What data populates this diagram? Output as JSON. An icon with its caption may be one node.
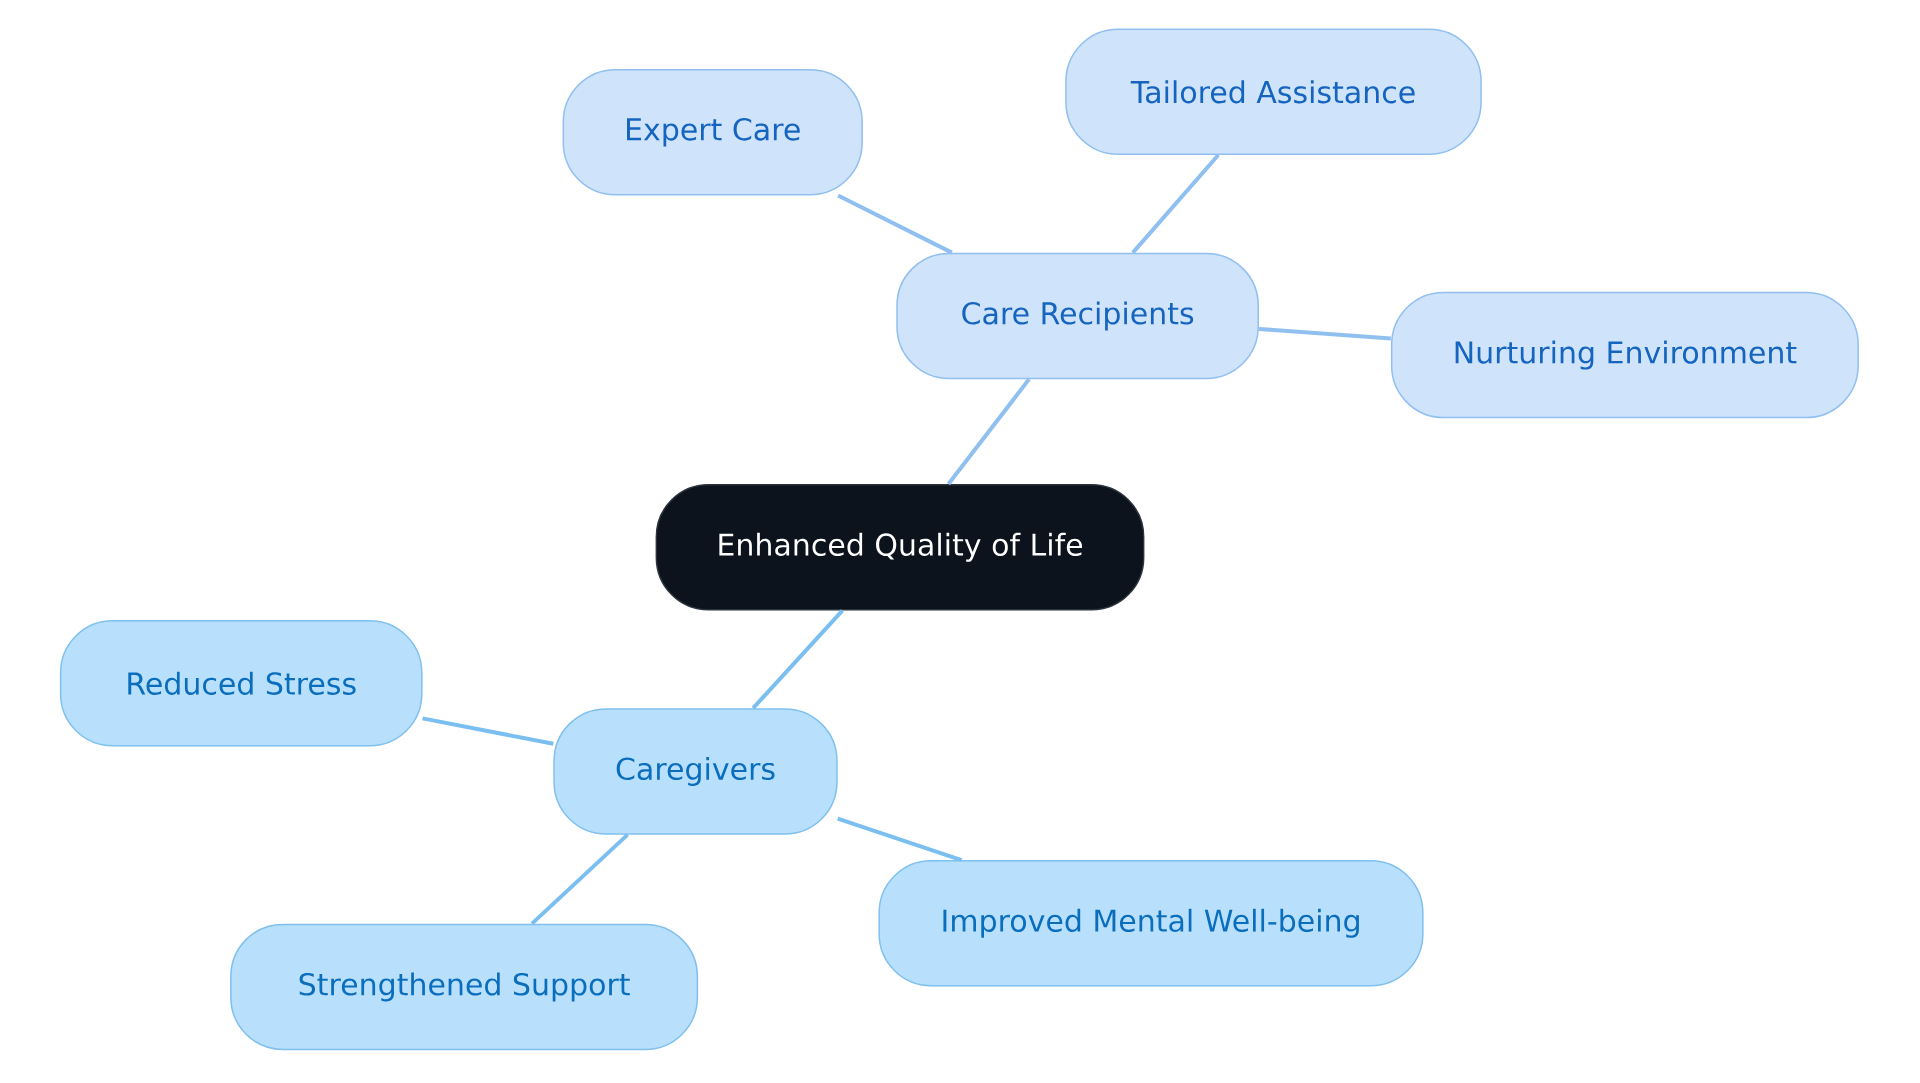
{
  "diagram": {
    "nodes": [
      {
        "text": [
          "Enhanced Quality of Life"
        ]
      },
      {
        "text": [
          "Care Recipients"
        ]
      },
      {
        "text": [
          "Expert Care"
        ]
      },
      {
        "text": [
          "Tailored Assistance"
        ]
      },
      {
        "text": [
          "Nurturing Environment"
        ]
      },
      {
        "text": [
          "Caregivers"
        ]
      },
      {
        "text": [
          "Reduced Stress"
        ]
      },
      {
        "text": [
          "Strengthened Support"
        ]
      },
      {
        "text": [
          "Improved Mental Well-being"
        ]
      }
    ],
    "edges": [
      {
        "from": 0,
        "to": 1,
        "arrow": "none"
      },
      {
        "from": 1,
        "to": 2,
        "arrow": "none"
      },
      {
        "from": 1,
        "to": 3,
        "arrow": "none"
      },
      {
        "from": 1,
        "to": 4,
        "arrow": "none"
      },
      {
        "from": 0,
        "to": 5,
        "arrow": "none",
        "color": "#7bbff0"
      },
      {
        "from": 5,
        "to": 6,
        "arrow": "none",
        "color": "#7bbff0"
      },
      {
        "from": 5,
        "to": 7,
        "arrow": "none",
        "color": "#7bbff0"
      },
      {
        "from": 5,
        "to": 8,
        "arrow": "none",
        "color": "#7bbff0"
      }
    ]
  }
}
